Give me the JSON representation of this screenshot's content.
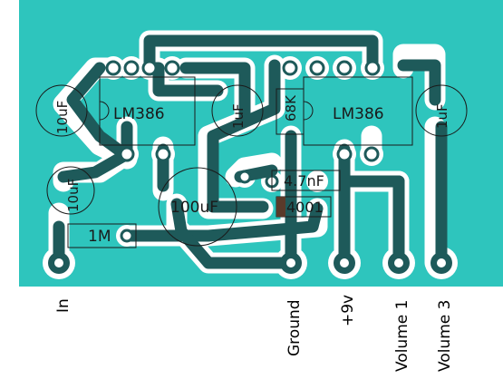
{
  "colors": {
    "board": "#2ec5bd",
    "copper": "#1e5a5a",
    "clearance": "#ffffff",
    "silkscreen": "#1a1a1a",
    "diode_band": "#5a3a2a",
    "background": "#ffffff"
  },
  "components": {
    "amp_left": "LM386",
    "amp_right": "LM386",
    "cap_in_top": "10uF",
    "cap_in_bottom": "10uF",
    "cap_center_left": "1uF",
    "cap_right": "1uF",
    "cap_big": "100uF",
    "cap_small": "4.7nF",
    "resistor_center": "68K",
    "resistor_left": "1M",
    "diode": "4001"
  },
  "connectors": {
    "in": "In",
    "ground": "Ground",
    "vcc": "+9v",
    "vol1": "Volume 1",
    "vol3": "Volume 3"
  }
}
